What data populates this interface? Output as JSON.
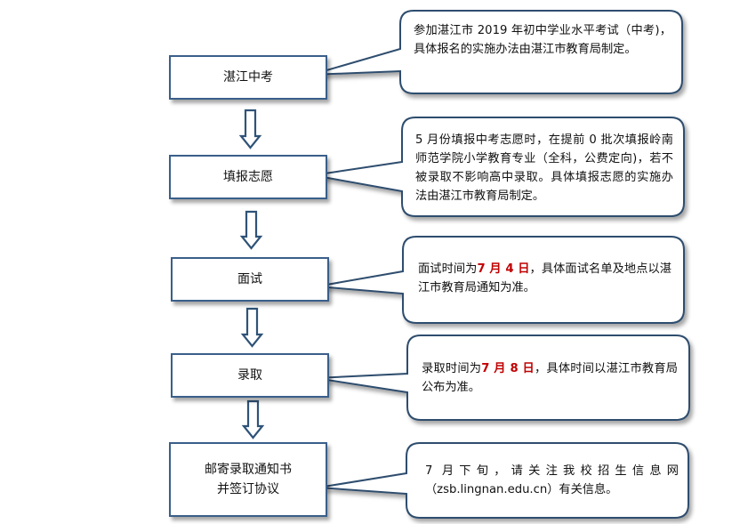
{
  "steps": [
    {
      "label": "湛江中考"
    },
    {
      "label": "填报志愿"
    },
    {
      "label": "面试"
    },
    {
      "label": "录取"
    },
    {
      "label_line1": "邮寄录取通知书",
      "label_line2": "并签订协议"
    }
  ],
  "notes": [
    {
      "text": "参加湛江市 2019 年初中学业水平考试（中考)，具体报名的实施办法由湛江市教育局制定。"
    },
    {
      "text": "5 月份填报中考志愿时，在提前 0 批次填报岭南师范学院小学教育专业（全科，公费定向)，若不被录取不影响高中录取。具体填报志愿的实施办法由湛江市教育局制定。"
    },
    {
      "before": "面试时间为",
      "highlight": "7 月 4 日",
      "after": "，具体面试名单及地点以湛江市教育局通知为准。"
    },
    {
      "before": "录取时间为",
      "highlight": "7 月 8 日",
      "after": "，具体时间以湛江市教育局公布为准。"
    },
    {
      "text": "7 月下旬，请关注我校招生信息网（zsb.lingnan.edu.cn）有关信息。"
    }
  ],
  "colors": {
    "box_border": "#3a5f8a",
    "callout_border": "#2f4d6e",
    "arrow": "#2f5378",
    "highlight": "#c00000"
  }
}
